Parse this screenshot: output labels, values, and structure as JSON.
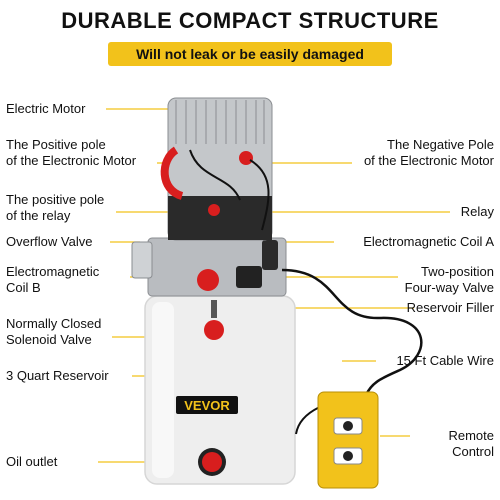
{
  "header": {
    "title": "DURABLE COMPACT STRUCTURE",
    "banner": "Will not leak or be easily damaged"
  },
  "labels": {
    "electric_motor": "Electric Motor",
    "positive_pole_motor": [
      "The Positive pole",
      "of the Electronic Motor"
    ],
    "negative_pole_motor": [
      "The Negative Pole",
      "of the Electronic Motor"
    ],
    "positive_pole_relay": [
      "The positive pole",
      "of the relay"
    ],
    "relay": "Relay",
    "overflow_valve": "Overflow Valve",
    "coil_a": "Electromagnetic Coil A",
    "coil_b": [
      "Electromagnetic",
      "Coil B"
    ],
    "four_way_valve": [
      "Two-position",
      "Four-way Valve"
    ],
    "reservoir_filler": "Reservoir Filler",
    "solenoid_valve": [
      "Normally Closed",
      "Solenoid Valve"
    ],
    "cable_wire": "15 Ft Cable Wire",
    "reservoir": "3 Quart Reservoir",
    "remote_control": [
      "Remote",
      "Control"
    ],
    "oil_outlet": "Oil outlet"
  },
  "brand": "VEVOR",
  "colors": {
    "accent": "#f2c21b",
    "leader_line": "#f2c21b",
    "reservoir": "#eeeeee",
    "cap_red": "#d81e1e",
    "metal": "#b9bcc0"
  }
}
